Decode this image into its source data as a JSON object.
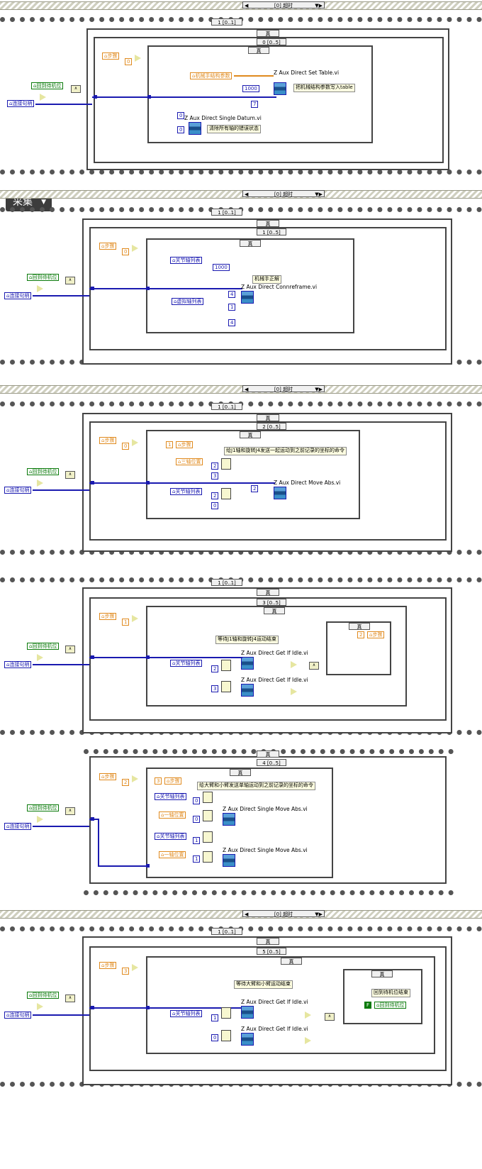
{
  "toolbar": {
    "collect_button": "采集",
    "collect_dropdown_icon": "chevron-down-icon"
  },
  "outer_sequence": {
    "selector_label": "[0] 超时"
  },
  "labels": {
    "true": "真",
    "step": "步骤",
    "back_to_standby": "回到待机位",
    "connect_handle": "连接句柄",
    "joint_axis_list": "关节轴列表",
    "virtual_axis_list": "虚拟轴列表",
    "mech_params": "机械手结构参数",
    "three_axis_pos": "三轴位置",
    "one_axis_pos": "一轴位置"
  },
  "panels": [
    {
      "outer_case": "1 [0..1]",
      "inner_case": "0 [0..5]",
      "step_compare": "0",
      "vis": [
        {
          "name": "Z Aux Direct Set Table.vi",
          "comment": "把机械结构参数写入table"
        },
        {
          "name": "Z Aux Direct Single Datum.vi",
          "comment": "清除所有轴的错误状态"
        }
      ],
      "constants": [
        "1000",
        "7",
        "0",
        "0"
      ]
    },
    {
      "outer_case": "1 [0..1]",
      "inner_case": "1 [0..5]",
      "step_compare": "0",
      "vis": [
        {
          "name": "Z Aux Direct Connreframe.vi",
          "comment": "机械手正解"
        }
      ],
      "constants": [
        "1000",
        "4",
        "1",
        "4"
      ]
    },
    {
      "outer_case": "1 [0..1]",
      "inner_case": "2 [0..5]",
      "step_compare": "0",
      "step_set": "1",
      "vis": [
        {
          "name": "Z Aux Direct Move Abs.vi",
          "comment": "给J1轴和旋转J4发送一起运动到之前记录的坐标的命令"
        }
      ],
      "constants": [
        "2",
        "3",
        "2",
        "0",
        "2"
      ]
    },
    {
      "outer_case": "1 [0..1]",
      "inner_case": "3 [0..5]",
      "step_compare": "1",
      "step_set": "2",
      "vis": [
        {
          "name": "Z Aux Direct Get If Idle.vi",
          "comment": "等待J1轴和旋转J4运动结束"
        },
        {
          "name": "Z Aux Direct Get If Idle.vi",
          "comment": ""
        }
      ],
      "constants": [
        "2",
        "3"
      ]
    },
    {
      "outer_case": "",
      "inner_case": "4 [0..5]",
      "step_compare": "2",
      "step_set": "3",
      "vis": [
        {
          "name": "Z Aux Direct Single Move Abs.vi",
          "comment": "给大臂和小臂发送单轴运动到之前记录的坐标的命令"
        },
        {
          "name": "Z Aux Direct Single Move Abs.vi",
          "comment": ""
        }
      ],
      "constants": [
        "0",
        "0",
        "1",
        "1"
      ]
    },
    {
      "outer_case": "1 [0..1]",
      "inner_case": "5 [0..5]",
      "step_compare": "3",
      "vis": [
        {
          "name": "Z Aux Direct Get If Idle.vi",
          "comment": "等待大臂和小臂运动结束"
        },
        {
          "name": "Z Aux Direct Get If Idle.vi",
          "comment": "回到待机位结束"
        }
      ],
      "constants": [
        "1",
        "0"
      ],
      "bool_constant": "F"
    }
  ]
}
